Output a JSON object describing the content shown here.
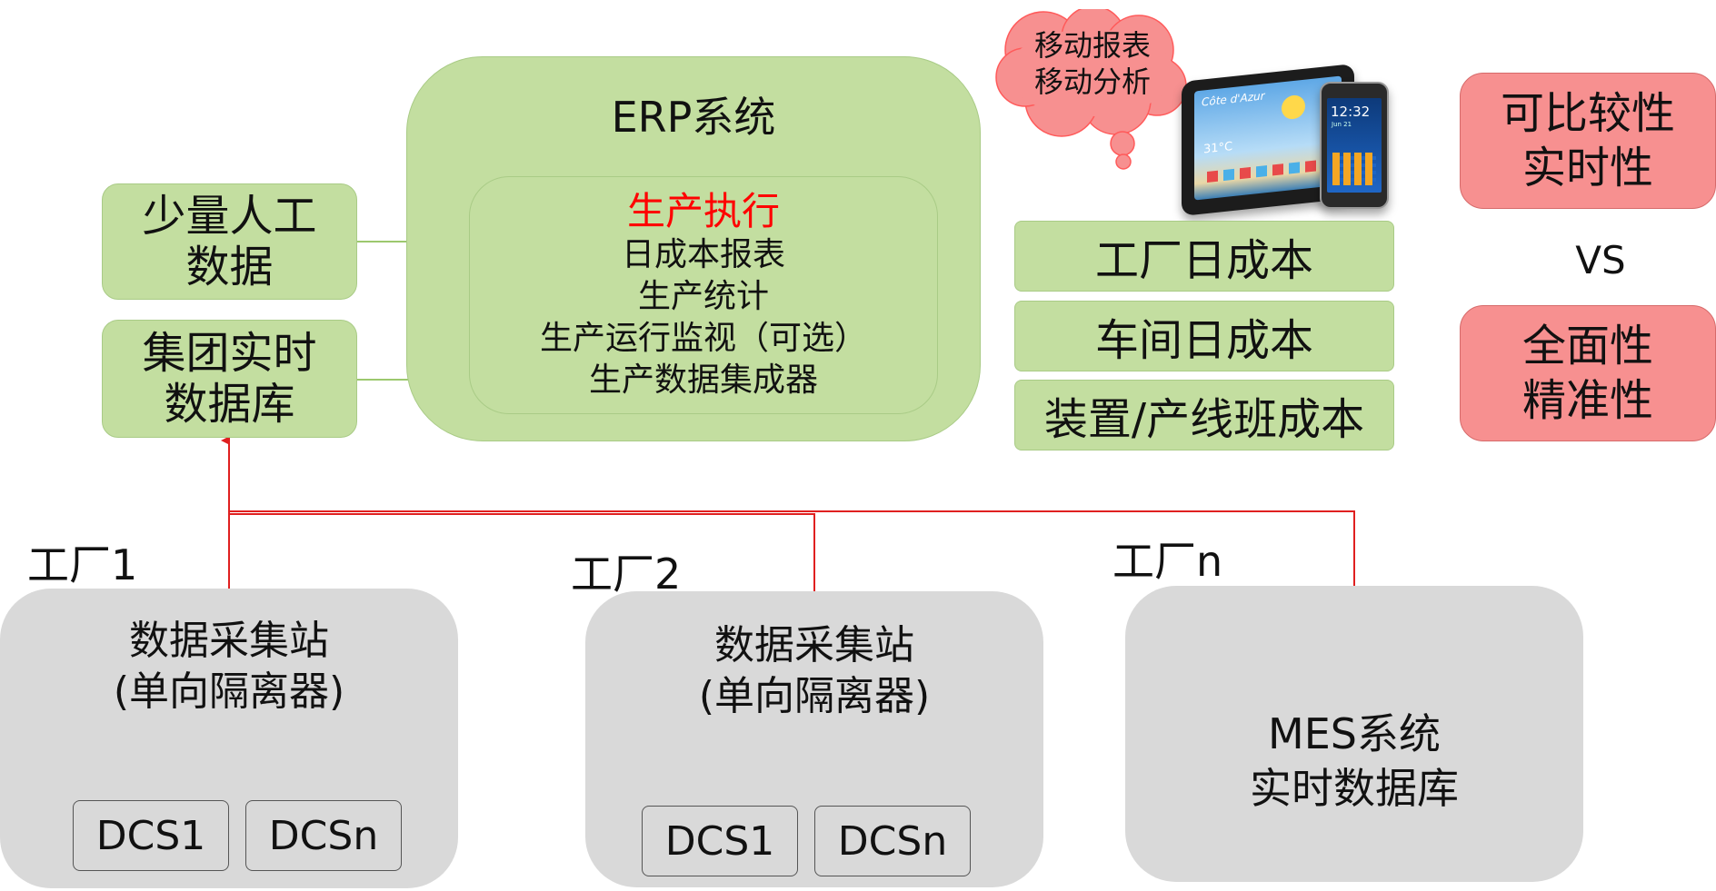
{
  "erp": {
    "title": "ERP系统",
    "inner": {
      "heading": "生产执行",
      "lines": [
        "日成本报表",
        "生产统计",
        "生产运行监视（可选）",
        "生产数据集成器"
      ]
    }
  },
  "left_inputs": [
    {
      "lines": [
        "少量人工",
        "数据"
      ]
    },
    {
      "lines": [
        "集团实时",
        "数据库"
      ]
    }
  ],
  "bubble": {
    "lines": [
      "移动报表",
      "移动分析"
    ]
  },
  "devices": {
    "tablet_brand": "Côte d'Azur",
    "tablet_temp": "31°C",
    "phone_time": "12:32",
    "phone_date": "Jun 21"
  },
  "cost_levels": [
    "工厂日成本",
    "车间日成本",
    "装置/产线班成本"
  ],
  "compare": {
    "top": [
      "可比较性",
      "实时性"
    ],
    "vs": "VS",
    "bottom": [
      "全面性",
      "精准性"
    ]
  },
  "factories": [
    {
      "label": "工厂1",
      "station": [
        "数据采集站",
        "(单向隔离器)"
      ],
      "dcs": [
        "DCS1",
        "DCSn"
      ]
    },
    {
      "label": "工厂2",
      "station": [
        "数据采集站",
        "(单向隔离器)"
      ],
      "dcs": [
        "DCS1",
        "DCSn"
      ]
    },
    {
      "label": "工厂n",
      "system": [
        "MES系统",
        "实时数据库"
      ]
    }
  ],
  "colors": {
    "green_box": "#c3dea0",
    "grey_box": "#d9d9d9",
    "pink_box": "#f79090",
    "red_line": "#e02020",
    "heading_red": "#ff0000"
  }
}
